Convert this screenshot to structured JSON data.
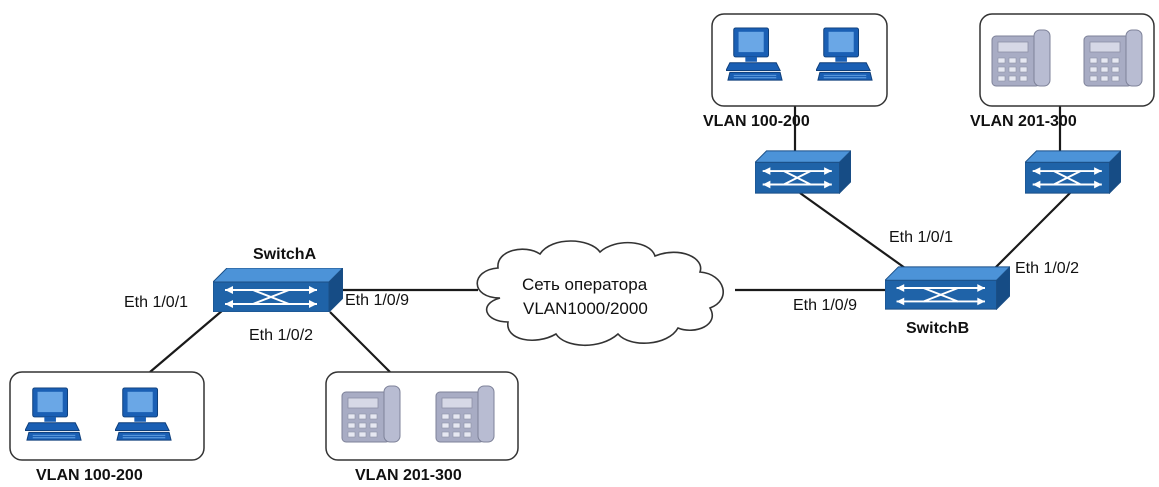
{
  "switches": {
    "a": {
      "name": "SwitchA"
    },
    "b": {
      "name": "SwitchB"
    }
  },
  "ports": {
    "a_eth1": "Eth 1/0/1",
    "a_eth2": "Eth 1/0/2",
    "a_eth9": "Eth 1/0/9",
    "b_eth1": "Eth 1/0/1",
    "b_eth2": "Eth 1/0/2",
    "b_eth9": "Eth 1/0/9"
  },
  "cloud": {
    "line1": "Сеть оператора",
    "line2": "VLAN1000/2000"
  },
  "groups": {
    "a_pcs": "VLAN 100-200",
    "a_phones": "VLAN 201-300",
    "b_pcs": "VLAN 100-200",
    "b_phones": "VLAN 201-300"
  },
  "colors": {
    "switch_blue": "#1f63a8",
    "switch_top": "#3a86cf",
    "phone_gray": "#a8acc4",
    "pc_blue": "#1a5fb4",
    "line": "#1a1a1a"
  },
  "icons": {
    "pc": "desktop-computer-icon",
    "phone": "ip-phone-icon",
    "switch": "network-switch-icon",
    "cloud": "cloud-icon"
  }
}
